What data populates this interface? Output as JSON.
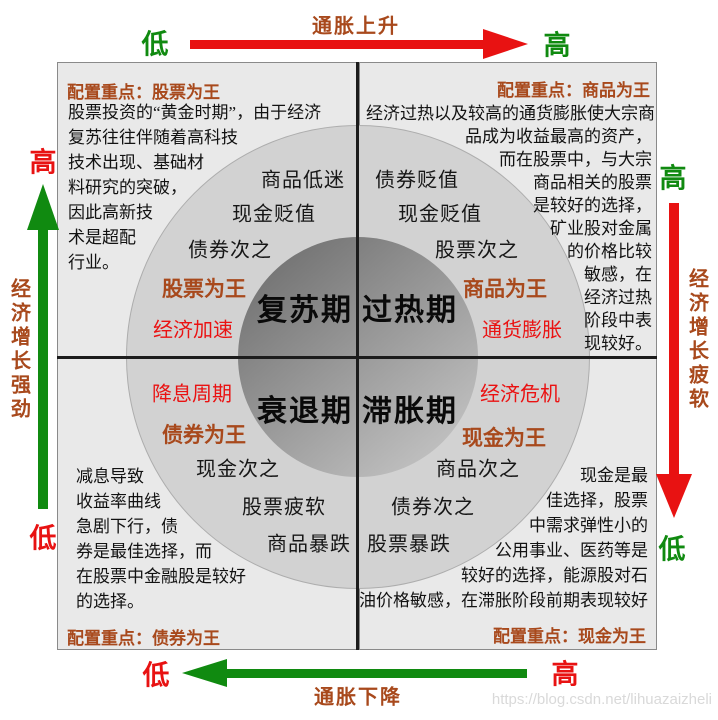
{
  "axes": {
    "top": {
      "caption": "通胀上升",
      "left_label": "低",
      "right_label": "高"
    },
    "bottom": {
      "caption": "通胀下降",
      "left_label": "低",
      "right_label": "高"
    },
    "left": {
      "caption": "经济增长强劲",
      "top_label": "高",
      "bottom_label": "低"
    },
    "right": {
      "caption": "经济增长疲软",
      "top_label": "高",
      "bottom_label": "低"
    }
  },
  "quadrants": {
    "top_left": {
      "heading": "配置重点：股票为王",
      "lines": [
        "股票投资的“黄金时期”，由于经济",
        "复苏往往伴随着高科技",
        "技术出现、基础材",
        "料研究的突破，",
        "因此高新技",
        "术是超配",
        "行业。"
      ],
      "ring": [
        "商品低迷",
        "现金贬值",
        "债券次之"
      ],
      "king": "股票为王",
      "driver": "经济加速",
      "phase": "复苏期"
    },
    "top_right": {
      "heading": "配置重点：商品为王",
      "lines": [
        "经济过热以及较高的通货膨胀使大宗商",
        "品成为收益最高的资产，",
        "而在股票中，与大宗",
        "商品相关的股票",
        "是较好的选择，",
        "矿业股对金属",
        "的价格比较",
        "敏感，在",
        "经济过热",
        "阶段中表",
        "现较好。"
      ],
      "ring": [
        "债券贬值",
        "现金贬值",
        "股票次之"
      ],
      "king": "商品为王",
      "driver": "通货膨胀",
      "phase": "过热期"
    },
    "bottom_left": {
      "heading": "配置重点：债券为王",
      "lines": [
        "减息导致",
        "收益率曲线",
        "急剧下行，债",
        "券是最佳选择，而",
        "在股票中金融股是较好",
        "的选择。"
      ],
      "ring": [
        "现金次之",
        "股票疲软",
        "商品暴跌"
      ],
      "king": "债券为王",
      "driver": "降息周期",
      "phase": "衰退期"
    },
    "bottom_right": {
      "heading": "配置重点：现金为王",
      "lines": [
        "现金是最",
        "佳选择，股票",
        "中需求弹性小的",
        "公用事业、医药等是",
        "较好的选择，能源股对石",
        "油价格敏感，在滞胀阶段前期表现较好"
      ],
      "ring": [
        "商品次之",
        "债券次之",
        "股票暴跌"
      ],
      "king": "现金为王",
      "driver": "经济危机",
      "phase": "滞胀期"
    }
  },
  "colors": {
    "accent_brown": "#a8491c",
    "accent_red": "#e81212",
    "accent_green": "#108a10"
  },
  "watermark": "https://blog.csdn.net/lihuazaizheli"
}
